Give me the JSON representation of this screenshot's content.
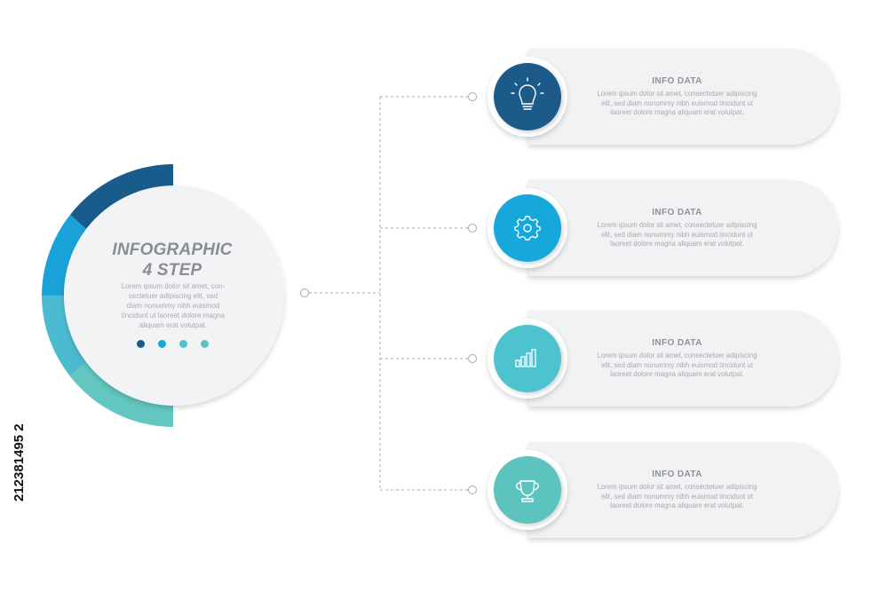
{
  "main": {
    "title_line1": "INFOGRAPHIC",
    "title_line2": "4 STEP",
    "body_lines": [
      "Lorem ipsum dolor sit amet, con-",
      "sectetuer adipiscing elit, sed",
      "diam nonummy nibh euismod",
      "tincidunt ut laoreet dolore magna",
      "aliquam erat volutpat."
    ]
  },
  "colors": {
    "step1": "#1a5a8a",
    "step2": "#19a7db",
    "step3": "#4ec3cf",
    "step4": "#5cc3be",
    "arc_dark": "#195b8a",
    "arc_blue": "#1aa3d8",
    "arc_teal1": "#4cbbcf",
    "arc_teal2": "#63c6c0",
    "card": "#f1f2f4",
    "connector": "#a7a9ad"
  },
  "steps": [
    {
      "title": "INFO DATA",
      "icon": "lightbulb-icon",
      "body_lines": [
        "Lorem ipsum dolor sit amet, consectetuer adipiscing",
        "elit, sed diam nonummy nibh euismod tincidunt ut",
        "laoreet dolore magna aliquam erat volutpat."
      ]
    },
    {
      "title": "INFO DATA",
      "icon": "gear-icon",
      "body_lines": [
        "Lorem ipsum dolor sit amet, consectetuer adipiscing",
        "elit, sed diam nonummy nibh euismod tincidunt ut",
        "laoreet dolore magna aliquam erat volutpat."
      ]
    },
    {
      "title": "INFO DATA",
      "icon": "bar-chart-icon",
      "body_lines": [
        "Lorem ipsum dolor sit amet, consectetuer adipiscing",
        "elit, sed diam nonummy nibh euismod tincidunt ut",
        "laoreet dolore magna aliquam erat volutpat."
      ]
    },
    {
      "title": "INFO DATA",
      "icon": "trophy-icon",
      "body_lines": [
        "Lorem ipsum dolor sit amet, consectetuer adipiscing",
        "elit, sed diam nonummy nibh euismod tincidunt ut",
        "laoreet dolore magna aliquam erat volutpat."
      ]
    }
  ],
  "side_id": "212381495 2"
}
